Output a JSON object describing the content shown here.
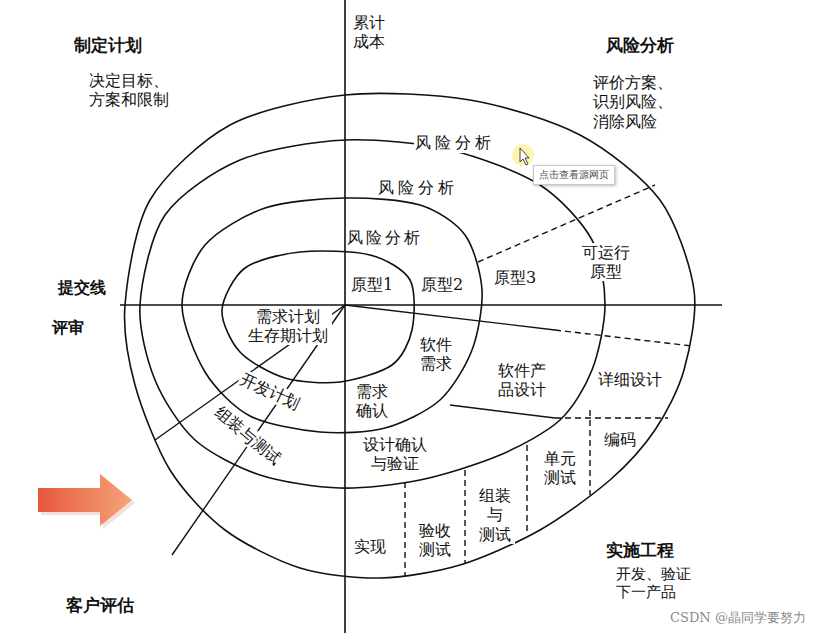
{
  "diagram": {
    "nodes": [
      {
        "text": [
          "点击查看源网页"
        ]
      }
    ],
    "labels": [
      "累计 成本",
      "制定计划",
      "决定目标、 方案和限制",
      "风险分析",
      "评价方案、 识别风险、 消除风险",
      "风险分析",
      "风险分析",
      "风险分析",
      "原型1",
      "原型2",
      "原型3",
      "可运行 原型",
      "提交线",
      "评审",
      "需求计划 生存期计划",
      "软件 需求",
      "需求 确认",
      "软件产 品设计",
      "详细设计",
      "开发计划",
      "组装与测试",
      "设计确认 与验证",
      "单元 测试",
      "编码",
      "组装 与 测试",
      "验收 测试",
      "实现",
      "实施工程",
      "开发、验证 下一产品",
      "客户评估",
      "CSDN @晶同学要努力"
    ]
  }
}
